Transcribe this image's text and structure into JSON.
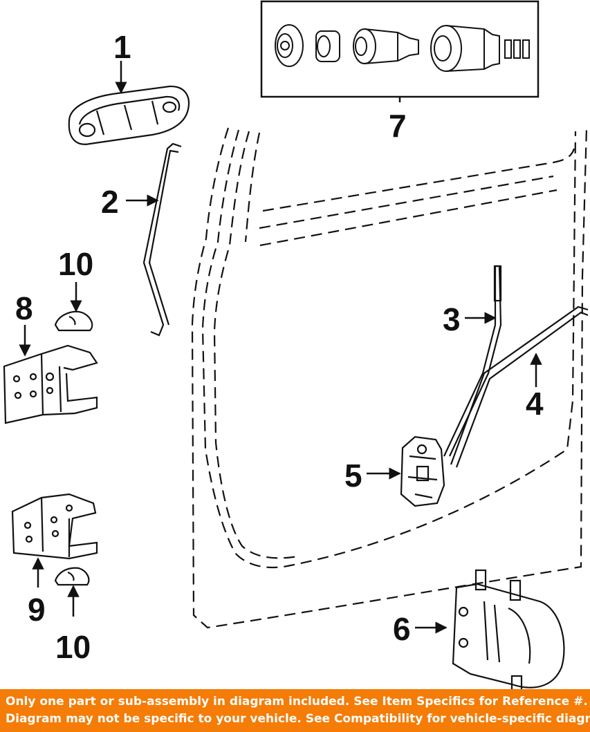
{
  "callouts": {
    "c1": "1",
    "c2": "2",
    "c3": "3",
    "c4": "4",
    "c5": "5",
    "c6": "6",
    "c7": "7",
    "c8": "8",
    "c9": "9",
    "c10_top": "10",
    "c10_bottom": "10"
  },
  "footer": {
    "line1": "Only one part or sub-assembly in diagram included. See Item Specifics for Reference #.",
    "line2": "Diagram may not be specific to your vehicle. See Compatibility for vehicle-specific diagrams."
  },
  "colors": {
    "footer_bg": "#f47c07",
    "footer_text": "#ffffff",
    "line": "#111111"
  }
}
